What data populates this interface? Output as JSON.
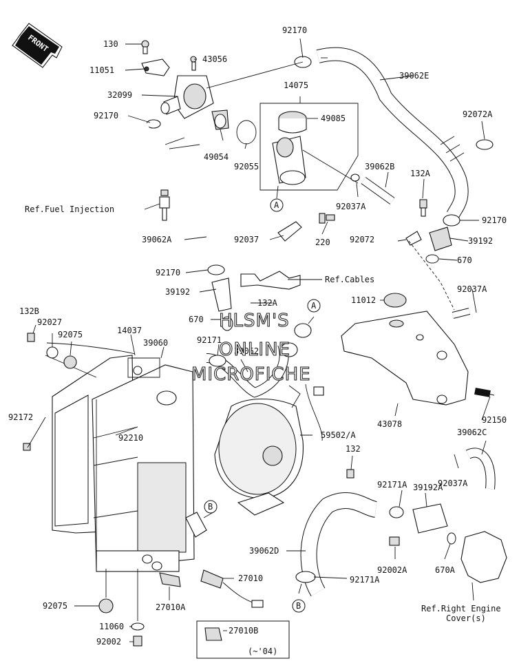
{
  "front_label": "FRONT",
  "watermark": {
    "line1": "HLSM'S",
    "line2": "ONLINE",
    "line3": "MICROFICHE"
  },
  "labels": {
    "p130": "130",
    "p11051": "11051",
    "p32099": "32099",
    "p92170a": "92170",
    "p92170b": "92170",
    "p43056": "43056",
    "p14075": "14075",
    "p49085": "49085",
    "p49054": "49054",
    "p92055": "92055",
    "p39062E": "39062E",
    "p92072A": "92072A",
    "p39062B": "39062B",
    "p132A_top": "132A",
    "p92170c": "92170",
    "p92037A_a": "92037A",
    "p220": "220",
    "p92037": "92037",
    "p92072": "92072",
    "p39192_r": "39192",
    "p670_r": "670",
    "ref_fuel": "Ref.Fuel Injection",
    "p39062A": "39062A",
    "p92170d": "92170",
    "p39192_l": "39192",
    "ref_cables": "Ref.Cables",
    "p132A_mid": "132A",
    "p670_l": "670",
    "p11012": "11012",
    "p92037A_b": "92037A",
    "p132B": "132B",
    "p92027": "92027",
    "p92075a": "92075",
    "p14037": "14037",
    "p39060": "39060",
    "p92171": "92171",
    "p39062": "39062",
    "p92172": "92172",
    "p92210": "92210",
    "p43078": "43078",
    "p92150": "92150",
    "p39062C": "39062C",
    "p59502": "59502/A",
    "p132": "132",
    "p92037A_c": "92037A",
    "p92171A_a": "92171A",
    "p39192A": "39192A",
    "p39062D": "39062D",
    "p92002A": "92002A",
    "p670A": "670A",
    "p27010": "27010",
    "p92171A_b": "92171A",
    "ref_engine_1": "Ref.Right Engine",
    "ref_engine_2": "Cover(s)",
    "p92075b": "92075",
    "p27010A": "27010A",
    "p11060": "11060",
    "p92002": "92002",
    "p27010B": "27010B",
    "year_note": "(~'04)",
    "callout_A": "A",
    "callout_B": "B"
  }
}
